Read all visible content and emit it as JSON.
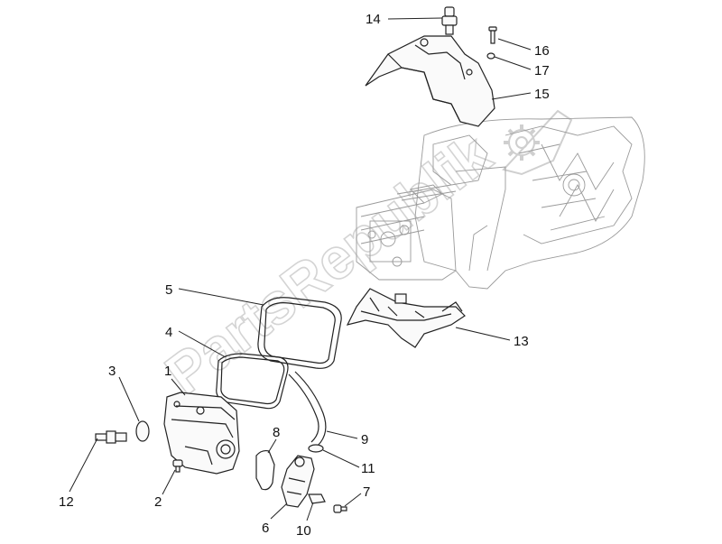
{
  "diagram": {
    "type": "exploded-parts-diagram",
    "watermark": "PartsRepublik",
    "callouts": [
      {
        "id": "1",
        "label": "1"
      },
      {
        "id": "2",
        "label": "2"
      },
      {
        "id": "3",
        "label": "3"
      },
      {
        "id": "4",
        "label": "4"
      },
      {
        "id": "5",
        "label": "5"
      },
      {
        "id": "6",
        "label": "6"
      },
      {
        "id": "7",
        "label": "7"
      },
      {
        "id": "8",
        "label": "8"
      },
      {
        "id": "9",
        "label": "9"
      },
      {
        "id": "10",
        "label": "10"
      },
      {
        "id": "11",
        "label": "11"
      },
      {
        "id": "12",
        "label": "12"
      },
      {
        "id": "13",
        "label": "13"
      },
      {
        "id": "14",
        "label": "14"
      },
      {
        "id": "15",
        "label": "15"
      },
      {
        "id": "16",
        "label": "16"
      },
      {
        "id": "17",
        "label": "17"
      }
    ]
  }
}
